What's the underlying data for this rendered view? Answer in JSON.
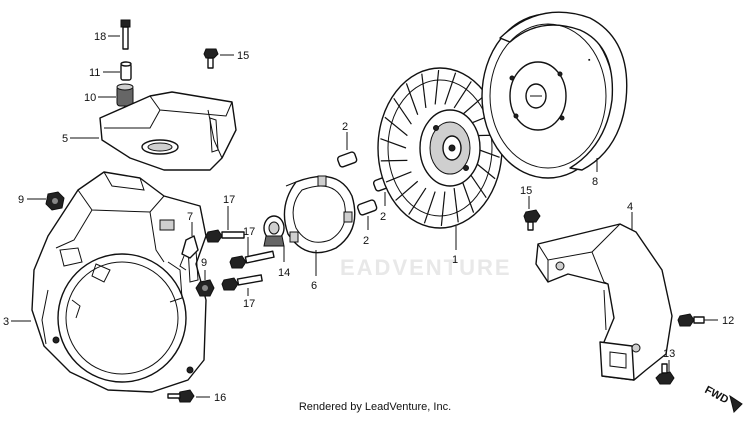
{
  "callouts": {
    "c1": "1",
    "c2a": "2",
    "c2b": "2",
    "c2c": "2",
    "c4": "4",
    "c5": "5",
    "c6": "6",
    "c7": "7",
    "c8": "8",
    "c9a": "9",
    "c9b": "9",
    "c10": "10",
    "c11": "11",
    "c12": "12",
    "c13": "13",
    "c14": "14",
    "c15a": "15",
    "c15b": "15",
    "c16": "16",
    "c17a": "17",
    "c17b": "17",
    "c17c": "17",
    "c18": "18",
    "c3": "3"
  },
  "watermark": "EADVENTURE",
  "direction_label": "FWD",
  "footer": "Rendered by LeadVenture, Inc."
}
